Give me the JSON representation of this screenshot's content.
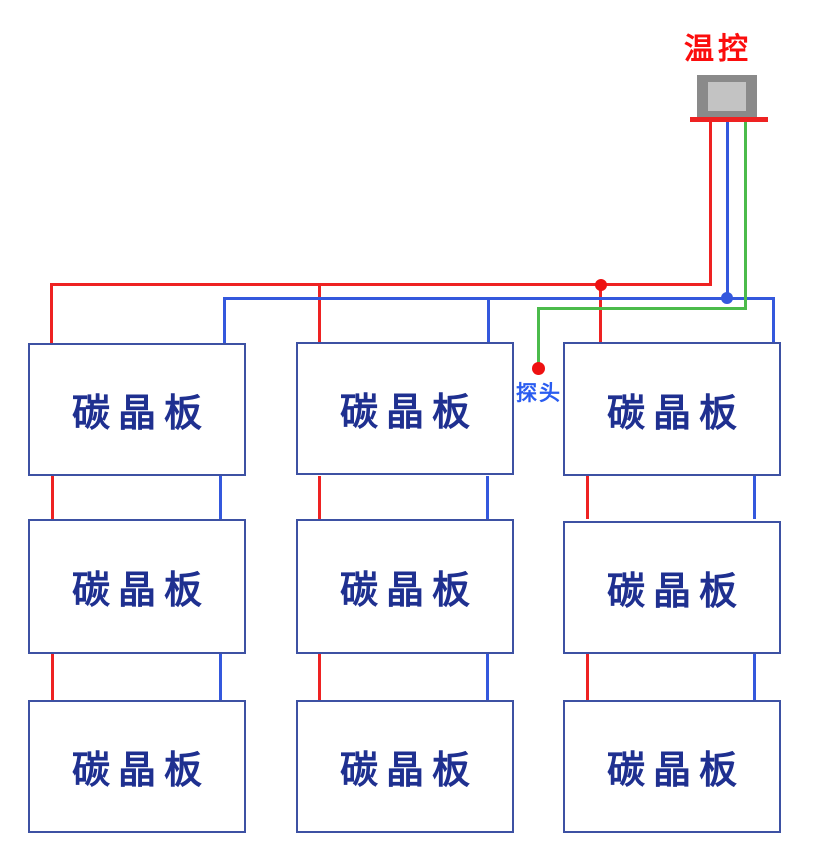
{
  "diagram": {
    "title": "carbon-crystal-panel-wiring-diagram",
    "thermostat": {
      "label": "温控"
    },
    "probe": {
      "label": "探头"
    },
    "panels": [
      {
        "row": 1,
        "col": 1,
        "label": "碳晶板"
      },
      {
        "row": 1,
        "col": 2,
        "label": "碳晶板"
      },
      {
        "row": 1,
        "col": 3,
        "label": "碳晶板"
      },
      {
        "row": 2,
        "col": 1,
        "label": "碳晶板"
      },
      {
        "row": 2,
        "col": 2,
        "label": "碳晶板"
      },
      {
        "row": 2,
        "col": 3,
        "label": "碳晶板"
      },
      {
        "row": 3,
        "col": 1,
        "label": "碳晶板"
      },
      {
        "row": 3,
        "col": 2,
        "label": "碳晶板"
      },
      {
        "row": 3,
        "col": 3,
        "label": "碳晶板"
      }
    ],
    "colors": {
      "wire_red": "#ee2222",
      "wire_blue": "#3458dd",
      "wire_green": "#4bbb4b",
      "panel_border": "#3d51a3",
      "panel_text": "#1f3090",
      "thermostat_label": "#fb0d0d",
      "probe_label": "#2a5cf0",
      "thermostat_body": "#8a8a8a",
      "thermostat_screen": "#c3c3c3",
      "junction_dot": "#ee1111",
      "bg": "#ffffff"
    }
  }
}
